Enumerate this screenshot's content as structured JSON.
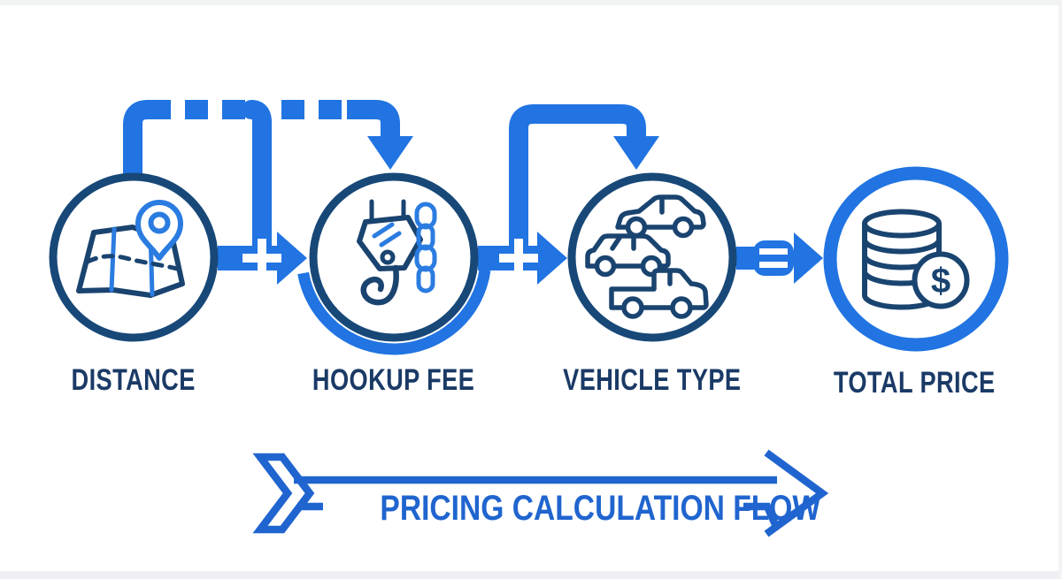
{
  "nodes": [
    {
      "label": "DISTANCE",
      "icon": "map-location-icon"
    },
    {
      "label": "HOOKUP FEE",
      "icon": "tow-hook-chain-icon"
    },
    {
      "label": "VEHICLE TYPE",
      "icon": "vehicles-icon"
    },
    {
      "label": "TOTAL PRICE",
      "icon": "coins-dollar-icon",
      "symbol": "$"
    }
  ],
  "operators": [
    "+",
    "+",
    "="
  ],
  "banner": {
    "label": "PRICING CALCULATION FLOW"
  },
  "colors": {
    "accent_blue": "#2174E2",
    "circle_navy": "#174878",
    "icon_navy": "#1A4470",
    "label_navy": "#1A3A66",
    "banner_blue": "#2065CF",
    "fold_blue": "#2B7CE0",
    "background": "#FFFFFF"
  }
}
